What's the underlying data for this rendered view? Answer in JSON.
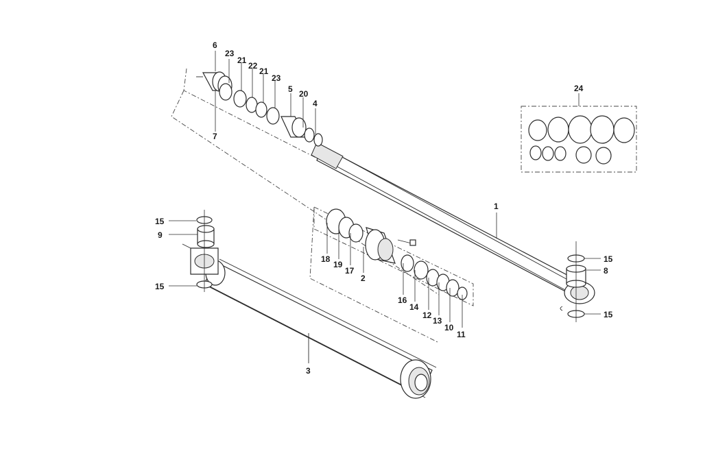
{
  "diagram": {
    "labels": {
      "p1": "1",
      "p2": "2",
      "p3": "3",
      "p4": "4",
      "p5": "5",
      "p6": "6",
      "p7": "7",
      "p8": "8",
      "p9": "9",
      "p10": "10",
      "p11": "11",
      "p12": "12",
      "p13": "13",
      "p14": "14",
      "p15a": "15",
      "p15b": "15",
      "p15c": "15",
      "p15d": "15",
      "p16": "16",
      "p17": "17",
      "p18": "18",
      "p19": "19",
      "p20": "20",
      "p21a": "21",
      "p21b": "21",
      "p22": "22",
      "p23a": "23",
      "p23b": "23",
      "p24": "24"
    }
  }
}
